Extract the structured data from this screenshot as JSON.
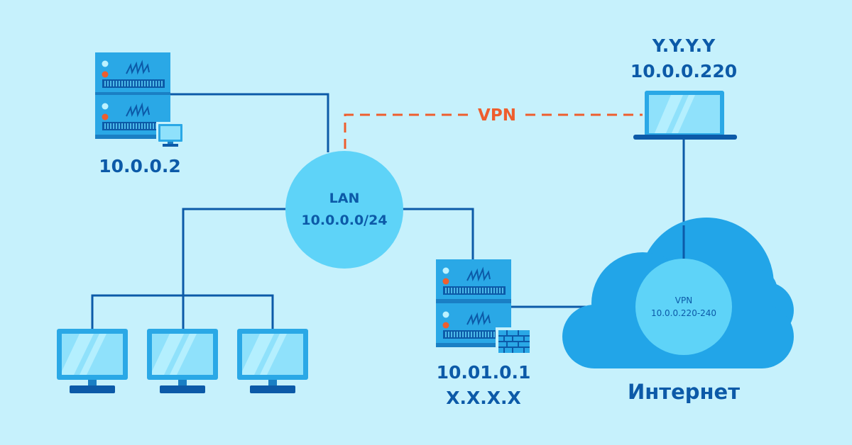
{
  "colors": {
    "background": "#c6f1fc",
    "line": "#0c5aa8",
    "vpn": "#ee5e2e",
    "hub": "#5ed3f8",
    "device": "#2aa8e6",
    "cloud": "#22a5e8",
    "label": "#0c5aa8"
  },
  "server_top_left": {
    "ip": "10.0.0.2"
  },
  "lan_hub": {
    "name": "LAN",
    "subnet": "10.0.0.0/24"
  },
  "laptop": {
    "label_top": "Y.Y.Y.Y",
    "ip": "10.0.0.220"
  },
  "vpn_link": {
    "label": "VPN"
  },
  "gateway_server": {
    "ip": "10.01.0.1",
    "external": "X.X.X.X"
  },
  "cloud": {
    "name": "Интернет",
    "vpn_pool_label": "VPN",
    "vpn_pool_range": "10.0.0.220-240"
  },
  "icons": [
    "server-icon",
    "monitor-icon",
    "laptop-icon",
    "firewall-icon",
    "cloud-icon"
  ]
}
